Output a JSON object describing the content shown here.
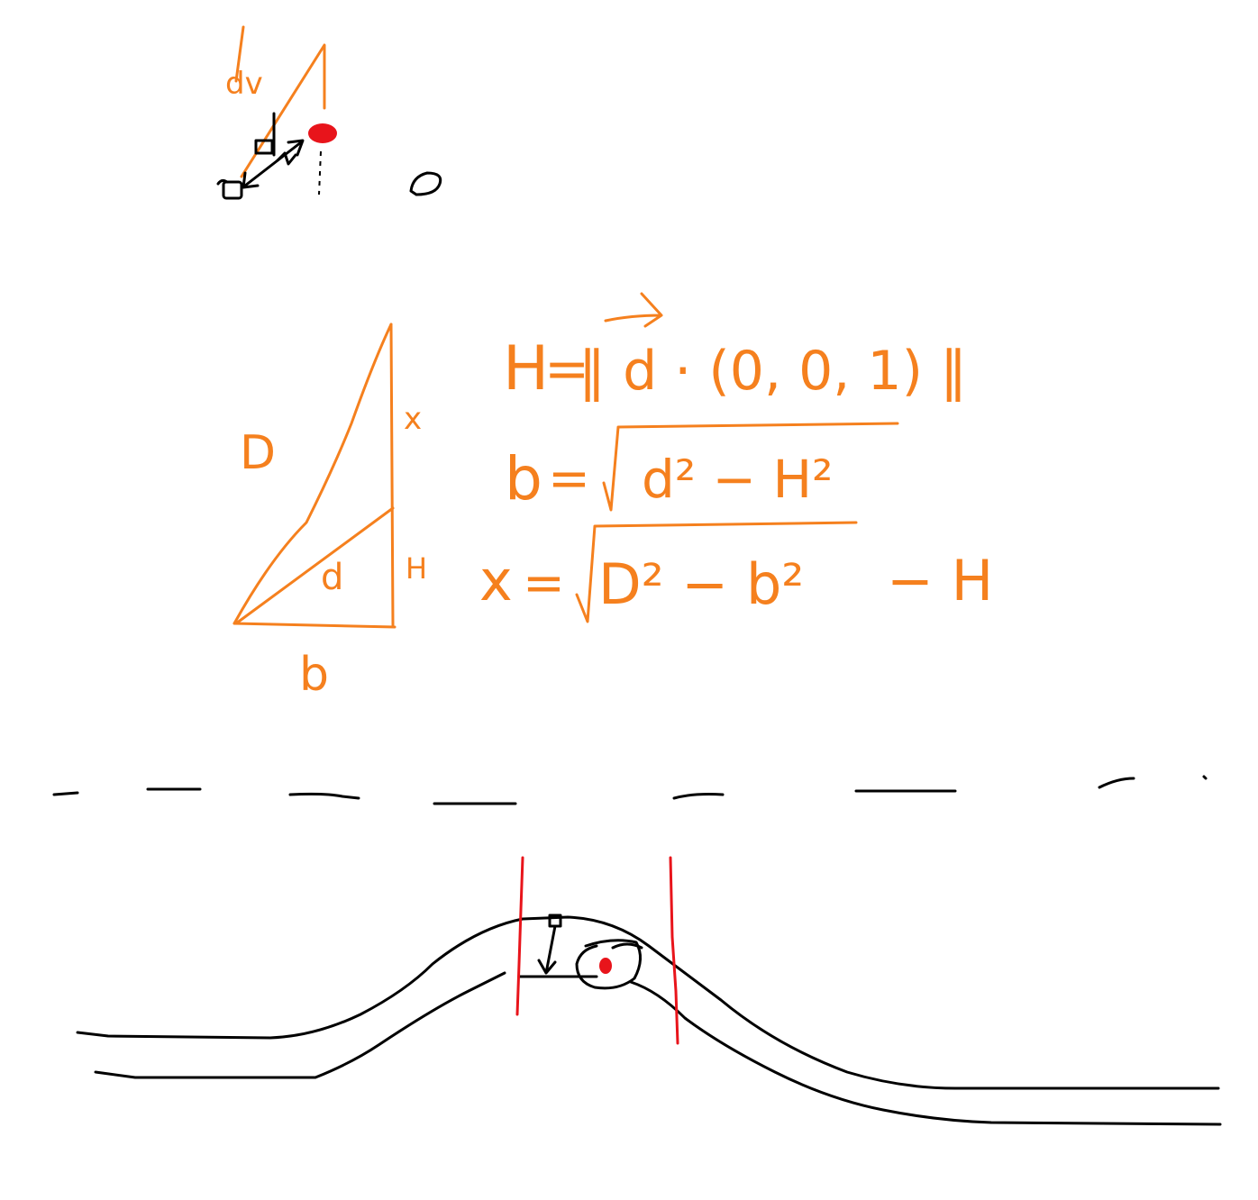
{
  "colors": {
    "background": "#ffffff",
    "orange": "#f5801e",
    "black": "#000000",
    "red": "#e8141b"
  },
  "sketch_top": {
    "label": "dv"
  },
  "triangle": {
    "hyp_label": "D",
    "side_top_label": "x",
    "side_bottom_label": "H",
    "inner_label": "d",
    "base_label": "b"
  },
  "formulas": {
    "line1": {
      "lhs": "H",
      "eq": "=",
      "body": "‖ d · (0, 0, 1) ‖"
    },
    "line2": {
      "lhs": "b",
      "eq": "=",
      "body": "d² − H²"
    },
    "line3": {
      "lhs": "x",
      "eq": "=",
      "body": "D² − b²",
      "tail": "− H"
    }
  }
}
